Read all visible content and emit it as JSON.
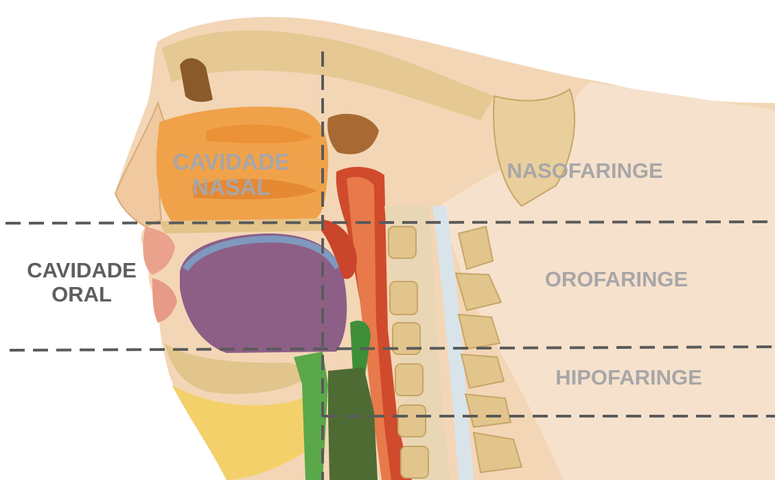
{
  "labels": {
    "cavidade_nasal": [
      "CAVIDADE",
      "NASAL"
    ],
    "cavidade_oral": [
      "CAVIDADE",
      "ORAL"
    ],
    "nasofaringe": "NASOFARINGE",
    "orofaringe": "OROFARINGE",
    "hipofaringe": "HIPOFARINGE"
  },
  "colors": {
    "label_text": "#5e5e60",
    "label_text_faded": "#a8a6a8",
    "dashed_line": "#5a5a5a",
    "skin": "#f3d3b0",
    "nasal_cavity": "#f0a84a",
    "tongue": "#8d5f86",
    "bone": "#e2c58c",
    "pharynx_wall": "#cc4a2c",
    "larynx": "#4a9a40"
  }
}
